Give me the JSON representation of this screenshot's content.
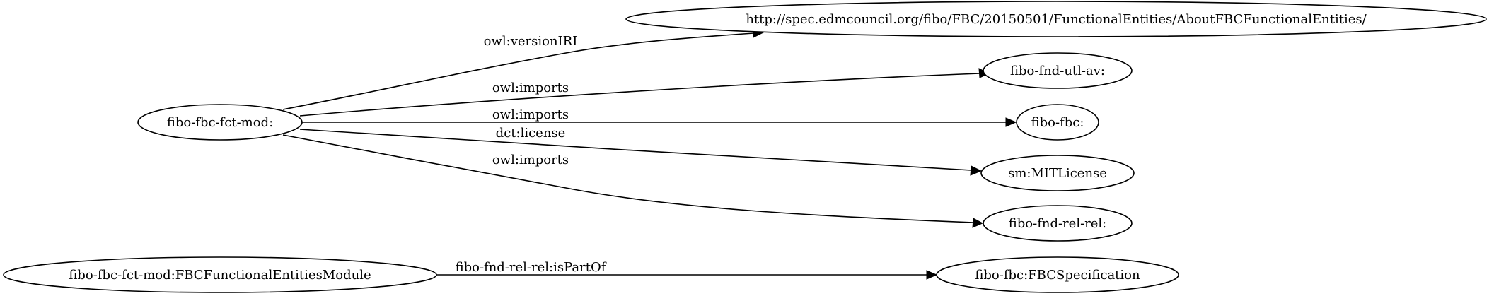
{
  "graph": {
    "nodes": {
      "fbc_fct_mod": "fibo-fbc-fct-mod:",
      "about_uri": "http://spec.edmcouncil.org/fibo/FBC/20150501/FunctionalEntities/AboutFBCFunctionalEntities/",
      "fnd_utl_av": "fibo-fnd-utl-av:",
      "fibo_fbc": "fibo-fbc:",
      "mit_license": "sm:MITLicense",
      "fnd_rel_rel": "fibo-fnd-rel-rel:",
      "module": "fibo-fbc-fct-mod:FBCFunctionalEntitiesModule",
      "fbc_specification": "fibo-fbc:FBCSpecification"
    },
    "edges": {
      "version_iri": "owl:versionIRI",
      "imports_utl_av": "owl:imports",
      "imports_fbc": "owl:imports",
      "license": "dct:license",
      "imports_rel_rel": "owl:imports",
      "is_part_of": "fibo-fnd-rel-rel:isPartOf"
    }
  }
}
